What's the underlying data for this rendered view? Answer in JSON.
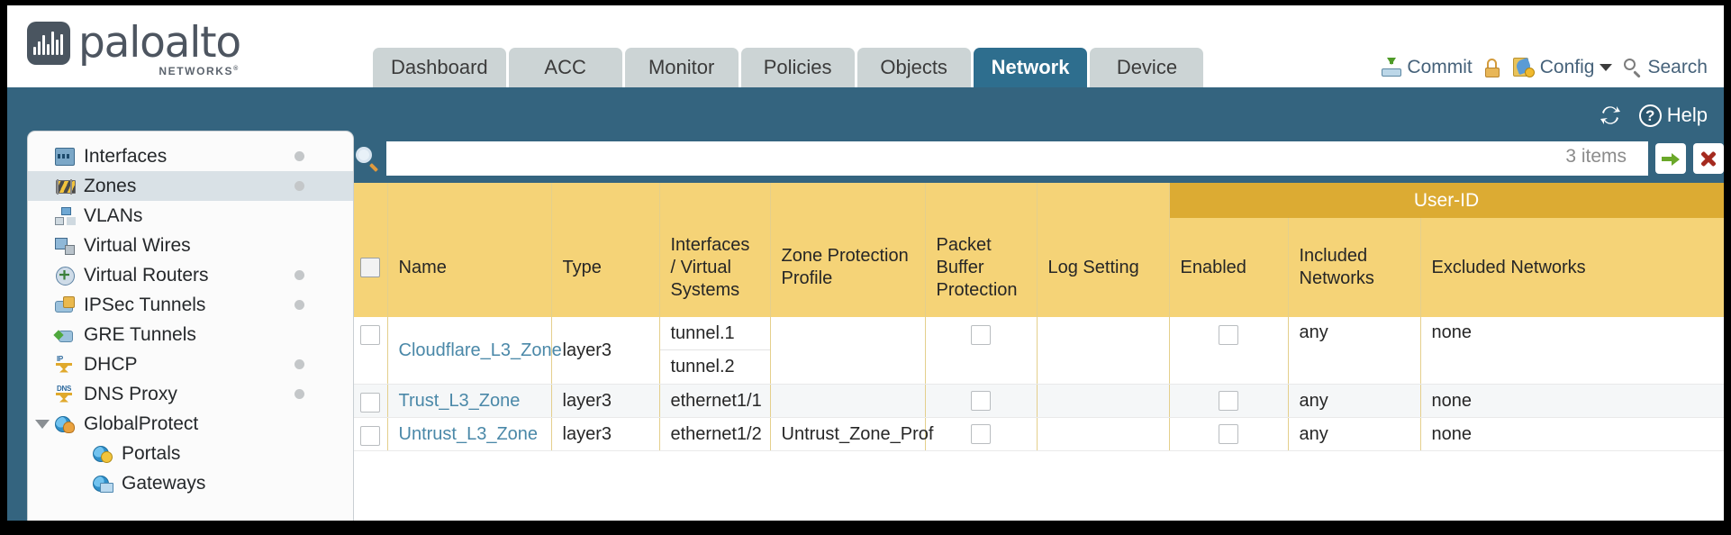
{
  "brand": {
    "name": "paloalto",
    "tagline": "NETWORKS",
    "registered": "®"
  },
  "nav": {
    "tabs": [
      {
        "label": "Dashboard",
        "active": false
      },
      {
        "label": "ACC",
        "active": false
      },
      {
        "label": "Monitor",
        "active": false
      },
      {
        "label": "Policies",
        "active": false
      },
      {
        "label": "Objects",
        "active": false
      },
      {
        "label": "Network",
        "active": true
      },
      {
        "label": "Device",
        "active": false
      }
    ]
  },
  "header_actions": {
    "commit": "Commit",
    "config": "Config",
    "search": "Search",
    "lock_icon": "lock-icon",
    "commit_icon": "commit-download-icon",
    "config_icon": "config-wrench-icon",
    "search_icon": "search-magnifier-icon",
    "caret_icon": "chevron-down-icon"
  },
  "toolbar": {
    "refresh_icon": "refresh-icon",
    "help_label": "Help",
    "help_icon": "question-mark-icon"
  },
  "sidebar": {
    "items": [
      {
        "label": "Interfaces",
        "icon": "interfaces-icon",
        "selected": false,
        "dot": true,
        "child": false,
        "twisty": false
      },
      {
        "label": "Zones",
        "icon": "zones-icon",
        "selected": true,
        "dot": true,
        "child": false,
        "twisty": false
      },
      {
        "label": "VLANs",
        "icon": "vlans-icon",
        "selected": false,
        "dot": false,
        "child": false,
        "twisty": false
      },
      {
        "label": "Virtual Wires",
        "icon": "virtual-wires-icon",
        "selected": false,
        "dot": false,
        "child": false,
        "twisty": false
      },
      {
        "label": "Virtual Routers",
        "icon": "virtual-routers-icon",
        "selected": false,
        "dot": true,
        "child": false,
        "twisty": false
      },
      {
        "label": "IPSec Tunnels",
        "icon": "ipsec-tunnels-icon",
        "selected": false,
        "dot": true,
        "child": false,
        "twisty": false
      },
      {
        "label": "GRE Tunnels",
        "icon": "gre-tunnels-icon",
        "selected": false,
        "dot": false,
        "child": false,
        "twisty": false
      },
      {
        "label": "DHCP",
        "icon": "dhcp-icon",
        "selected": false,
        "dot": true,
        "child": false,
        "twisty": false
      },
      {
        "label": "DNS Proxy",
        "icon": "dns-proxy-icon",
        "selected": false,
        "dot": true,
        "child": false,
        "twisty": false
      },
      {
        "label": "GlobalProtect",
        "icon": "globalprotect-icon",
        "selected": false,
        "dot": false,
        "child": false,
        "twisty": true
      },
      {
        "label": "Portals",
        "icon": "portals-icon",
        "selected": false,
        "dot": false,
        "child": true,
        "twisty": false
      },
      {
        "label": "Gateways",
        "icon": "gateways-icon",
        "selected": false,
        "dot": false,
        "child": true,
        "twisty": false
      }
    ]
  },
  "search": {
    "value": "",
    "placeholder": "",
    "item_count": "3 items",
    "go_icon": "green-arrow-right-icon",
    "clear_icon": "red-x-icon",
    "magnifier_icon": "search-magnifier-icon"
  },
  "table": {
    "group_header": {
      "user_id": "User-ID"
    },
    "columns": [
      "Name",
      "Type",
      "Interfaces / Virtual Systems",
      "Zone Protection Profile",
      "Packet Buffer Protection",
      "Log Setting",
      "Enabled",
      "Included Networks",
      "Excluded Networks"
    ],
    "rows": [
      {
        "selected": false,
        "name": "Cloudflare_L3_Zone",
        "type": "layer3",
        "interfaces": [
          "tunnel.1",
          "tunnel.2"
        ],
        "zone_protection_profile": "",
        "packet_buffer_protection": false,
        "log_setting": "",
        "user_id_enabled": false,
        "included_networks": "any",
        "excluded_networks": "none"
      },
      {
        "selected": false,
        "name": "Trust_L3_Zone",
        "type": "layer3",
        "interfaces": [
          "ethernet1/1"
        ],
        "zone_protection_profile": "",
        "packet_buffer_protection": false,
        "log_setting": "",
        "user_id_enabled": false,
        "included_networks": "any",
        "excluded_networks": "none"
      },
      {
        "selected": false,
        "name": "Untrust_L3_Zone",
        "type": "layer3",
        "interfaces": [
          "ethernet1/2"
        ],
        "zone_protection_profile": "Untrust_Zone_Prof",
        "packet_buffer_protection": false,
        "log_setting": "",
        "user_id_enabled": false,
        "included_networks": "any",
        "excluded_networks": "none"
      }
    ]
  },
  "colors": {
    "header_blue": "#34647f",
    "tab_active": "#2e6e8e",
    "tab_inactive": "#ccd4d5",
    "table_header": "#f5d377",
    "table_group_header": "#dcab33",
    "link": "#4a88a8"
  }
}
